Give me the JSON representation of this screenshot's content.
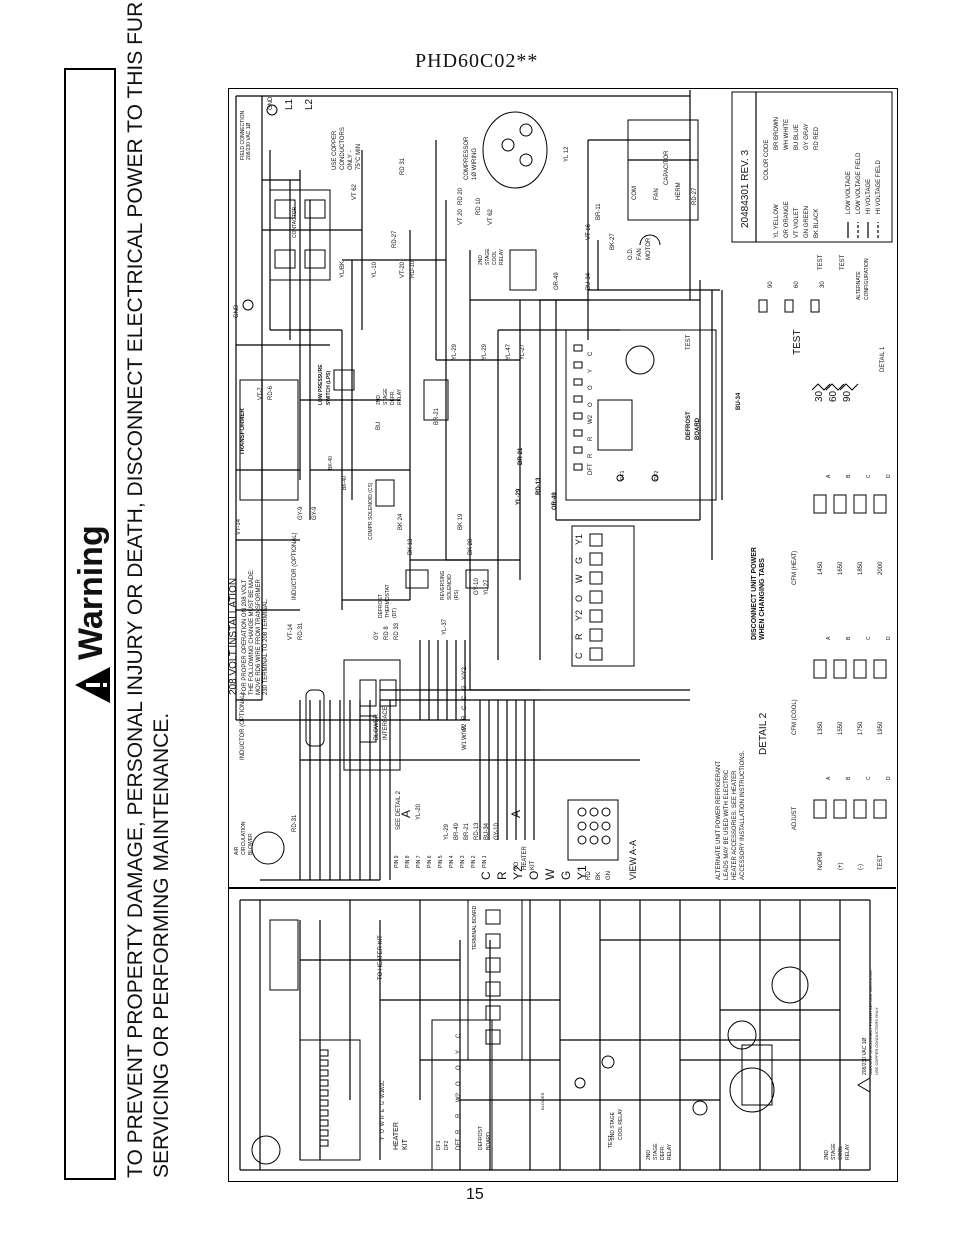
{
  "page": {
    "model": "PHD60C02**",
    "page_number": "15"
  },
  "warning": {
    "title": "Warning",
    "line1": "TO PREVENT PROPERTY DAMAGE, PERSONAL INJURY OR DEATH, DISCONNECT ELECTRICAL POWER TO THIS FURNACE BEFORE",
    "line2": "SERVICING OR PERFORMING MAINTENANCE."
  },
  "install": {
    "title": "208 VOLT INSTALLATION",
    "lines": [
      "FOR PROPER OPERATION ON 208 VOLT",
      "THE FOLLOWING CHANGE MUST BE MADE:",
      "MOVE RD6 WIRE FROM TRANSFORMER",
      "230 TERMINAL TO 208 TERMINAL."
    ]
  },
  "labels": {
    "transformer": "TRANSFORMER",
    "contactor": "CONTACTOR",
    "gnd": "GND",
    "l1": "L1",
    "l2": "L2",
    "field_conn": "FIELD CONNECTION 208/230 VAC 1Ø",
    "copper": [
      "USE COPPER",
      "CONDUCTORS",
      "ONLY -",
      "75°C MIN"
    ],
    "compressor": [
      "COMPRESSOR",
      "1Ø WIRING"
    ],
    "capacitor": "CAPACITOR",
    "cap_terms": [
      "COM",
      "FAN",
      "HERM"
    ],
    "od_fan": [
      "O.D.",
      "FAN",
      "MOTOR"
    ],
    "relay_2nd": [
      "2ND",
      "STAGE",
      "COOL",
      "RELAY"
    ],
    "defr_relay": [
      "2ND",
      "STAGE",
      "DEFR.",
      "RELAY"
    ],
    "low_pressure": [
      "LOW PRESSURE",
      "SWITCH (LPS)"
    ],
    "defrost_board": [
      "DEFROST",
      "BOARD"
    ],
    "compr_solenoid": "COMPR SOLENOID (CS)",
    "defrost_thermostat": [
      "DEFROST",
      "THERMOSTAT",
      "(DT)"
    ],
    "reversing": [
      "REVERSING",
      "SOLENOID",
      "(RS)"
    ],
    "inductor": "INDUCTOR (OPTIONAL)",
    "air_blower": [
      "AIR",
      "CIRCULATION",
      "BLOWER"
    ],
    "blower_interface": [
      "BLOWER",
      "INTERFACE"
    ],
    "see_detail": "SEE DETAIL 2",
    "to_heater_kit": [
      "TO",
      "HEATER",
      "KIT"
    ],
    "view_aa": "VIEW A-A",
    "alt_note": [
      "ALTERNATE UNIT POWER REFRIGERANT",
      "LEADS MAY BE USED WITH ELECTRIC",
      "HEATER ACCESSORIES.  SEE HEATER",
      "ACCESSORY INSTALLATION INSTRUCTIONS."
    ],
    "disconnect": [
      "DISCONNECT UNIT POWER",
      "WHEN CHANGING TABS"
    ],
    "test": "TEST",
    "heater_kit": [
      "HEATER",
      "KIT"
    ],
    "terminal_board": "TERMINAL BOARD",
    "to_heater_kit_ladder": "TO HEATER KIT",
    "warning_small": [
      "WARNING: DISCONNECT POWER BEFORE SERVICING.",
      "USE COPPER CONDUCTORS ONLY"
    ],
    "ladder_volts": [
      "208/230 VAC 1Ø"
    ]
  },
  "wires": {
    "left": [
      "VT-14",
      "VT-7",
      "RD-6",
      "GY-9",
      "GY-9",
      "BK-40",
      "BK-40",
      "RD-31",
      "VT-14",
      "RD-31"
    ],
    "center": [
      "YL-10",
      "VT-20",
      "RD-10",
      "RD-27",
      "YL-29",
      "YL-29",
      "YL-47",
      "YL-27",
      "BR-21",
      "BU",
      "YL/BK",
      "BK 24",
      "BK 13",
      "BK 19",
      "BK 20",
      "GY-10",
      "YL 27",
      "YL-37",
      "GY",
      "RD 8",
      "RD 33",
      "YL-29",
      "BR-21",
      "RD-13",
      "OR-49",
      "YL-20",
      "YL-29",
      "BR-49",
      "BR-21",
      "RD-13",
      "BU-34",
      "GY-10"
    ],
    "right": [
      "VT 62",
      "RD 31",
      "RD 20",
      "RD 10",
      "VT 20",
      "VT 62",
      "YL 12",
      "BR-11",
      "BK-27",
      "RD-27",
      "VT 16",
      "BU-34",
      "OR-49",
      "BU-34"
    ],
    "defrost_terms": [
      "C",
      "Y",
      "O",
      "O",
      "W2",
      "R",
      "R",
      "DFT"
    ],
    "thermostat_terms": [
      "Y1",
      "G",
      "W",
      "O",
      "Y2",
      "R",
      "C"
    ],
    "pins": [
      "PIN 9",
      "PIN 8",
      "PIN 7",
      "PIN 6",
      "PIN 5",
      "PIN 4",
      "PIN 3",
      "PIN 2",
      "PIN 1"
    ],
    "plug_colors": [
      "RD",
      "BK",
      "GN"
    ],
    "interface_terms": [
      "Y/Y2",
      "G",
      "C",
      "C",
      "R",
      "R",
      "W/W2",
      "W1"
    ],
    "df": [
      "DF1",
      "DF2"
    ],
    "ladder_terms": [
      "Y",
      "O",
      "W",
      "R",
      "E",
      "G",
      "W1",
      "W2",
      "C"
    ],
    "ladder_board": [
      "DFT",
      "R",
      "R",
      "W2",
      "O",
      "O",
      "Y",
      "C"
    ]
  },
  "detail1": {
    "title": "DETAIL 1",
    "header": "TEST",
    "rows": [
      "30",
      "60",
      "90"
    ],
    "alt": [
      "ALTERNATE",
      "CONFIGURATION"
    ],
    "col": [
      "TEST",
      "TEST"
    ]
  },
  "detail2": {
    "title": "DETAIL 2",
    "col_adjust": "ADJUST",
    "col_cfm_cool": "CFM      (COOL)",
    "col_cfm_heat": "CFM (HEAT)",
    "rows": [
      {
        "adjust": "NORM",
        "cool": "1350",
        "heat": "1450"
      },
      {
        "adjust": "(+)",
        "cool": "1550",
        "heat": "1650"
      },
      {
        "adjust": "(-)",
        "cool": "1750",
        "heat": "1850"
      },
      {
        "adjust": "TEST",
        "cool": "1950",
        "heat": "2000"
      }
    ],
    "tabs": [
      "A",
      "B",
      "C",
      "D"
    ]
  },
  "legend": {
    "rev": "20484301 REV. 3",
    "title": "COLOR CODE",
    "colors": [
      [
        "YL YELLOW",
        "BR BROWN"
      ],
      [
        "OR ORANGE",
        "WH WHITE"
      ],
      [
        "VT VIOLET",
        "BU BLUE"
      ],
      [
        "GN GREEN",
        "GY GRAY"
      ],
      [
        "BK BLACK",
        "RD RED"
      ]
    ],
    "lines": [
      "LOW VOLTAGE",
      "LOW VOLTAGE FIELD",
      "HI VOLTAGE",
      "HI VOLTAGE FIELD"
    ]
  }
}
